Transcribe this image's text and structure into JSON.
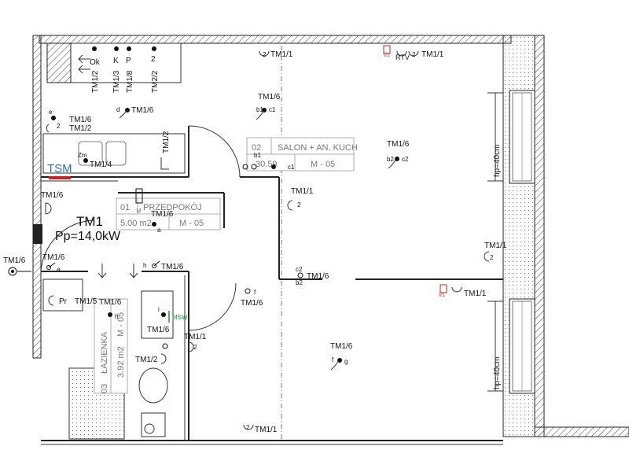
{
  "boiler": {
    "label": "TM1",
    "power": "Pp=14,0kW"
  },
  "tsm": {
    "label": "TSM",
    "color": "#2a6fb5",
    "bar_color": "#d02020"
  },
  "msw": {
    "label": "MSW",
    "color": "#1a9a3a"
  },
  "top_sockets": [
    {
      "letter": "Ok",
      "circuit": "TM1/2"
    },
    {
      "letter": "K",
      "circuit": "TM1/3"
    },
    {
      "letter": "P",
      "circuit": "TM1/8"
    },
    {
      "letter": "2",
      "circuit": "TM2/2"
    }
  ],
  "rooms": [
    {
      "num": "01",
      "name": "PRZEDPOKÓJ",
      "area": "5.00 m2",
      "code": "M - 05"
    },
    {
      "num": "02",
      "name": "SALON + AN. KUCH",
      "area": "30.59",
      "code": "M - 05"
    },
    {
      "num": "03",
      "name": "ŁAZIENKA",
      "area": "3.92 m2",
      "code": "M - 05"
    }
  ],
  "windows": [
    {
      "label": "hp=40cm"
    },
    {
      "label": "hp=40cm"
    }
  ],
  "symbols": [
    {
      "id": "s-top-1",
      "circuit": "TM1/1",
      "letter": "2"
    },
    {
      "id": "s-top-2",
      "circuit": "TM1/1",
      "letter": "2",
      "extra": "RTV",
      "marker": "I/1"
    },
    {
      "id": "s-kitchen-left",
      "circuit": "TM1/6",
      "sub": "TM1/2",
      "letter": "e"
    },
    {
      "id": "s-d",
      "circuit": "TM1/6",
      "letter": "d"
    },
    {
      "id": "s-b1c1",
      "circuit": "TM1/6",
      "letter": "b1",
      "letter2": "c1"
    },
    {
      "id": "s-b2c2-salon",
      "circuit": "TM1/6",
      "letter": "b2",
      "letter2": "c2"
    },
    {
      "id": "s-kitchen-tm12",
      "circuit": "TM1/2"
    },
    {
      "id": "s-zm",
      "circuit": "TM1/4",
      "letter": "Zm"
    },
    {
      "id": "s-door-b1",
      "letter": "b1",
      "letter2": "c1",
      "text": "c"
    },
    {
      "id": "s-hall-tm11",
      "circuit": "TM1/1",
      "letter": "2"
    },
    {
      "id": "s-ul",
      "circuit": "TM1/6",
      "letter": "a"
    },
    {
      "id": "s-entry-tm16",
      "circuit": "TM1/6"
    },
    {
      "id": "s-entry-sw",
      "circuit": "TM1/6",
      "letter": "a"
    },
    {
      "id": "s-ext-left",
      "circuit": "TM1/6",
      "letter": "a"
    },
    {
      "id": "s-h",
      "circuit": "TM1/6",
      "letter": "h"
    },
    {
      "id": "s-c2b2",
      "circuit": "TM1/6",
      "letter": "c2",
      "letter2": "b2"
    },
    {
      "id": "s-f",
      "circuit": "TM1/6",
      "letter": "f"
    },
    {
      "id": "s-salon-right",
      "circuit": "TM1/1",
      "letter": "2"
    },
    {
      "id": "s-salon-rv",
      "circuit": "TM1/1",
      "marker": "I/1"
    },
    {
      "id": "s-pr",
      "circuit": "TM1/5",
      "letter": "Pr"
    },
    {
      "id": "s-bath-h",
      "circuit": "TM1/6",
      "letter": "h"
    },
    {
      "id": "s-bath-i",
      "circuit": "TM1/6",
      "letter": "i"
    },
    {
      "id": "s-bath-2",
      "circuit": "TM1/1",
      "letter": "2"
    },
    {
      "id": "s-bath-12",
      "circuit": "TM1/2"
    },
    {
      "id": "s-g",
      "circuit": "TM1/6",
      "letter": "g",
      "text": "f"
    },
    {
      "id": "s-bottom",
      "circuit": "TM1/1",
      "letter": "2"
    }
  ],
  "extra_labels": {
    "s_e": "e",
    "s_2": "2",
    "s_f1": "f",
    "s_i": "i",
    "s_h2": "h",
    "s_g": "g",
    "s_d2": "d",
    "s_zero": "0",
    "s_u": "U"
  }
}
